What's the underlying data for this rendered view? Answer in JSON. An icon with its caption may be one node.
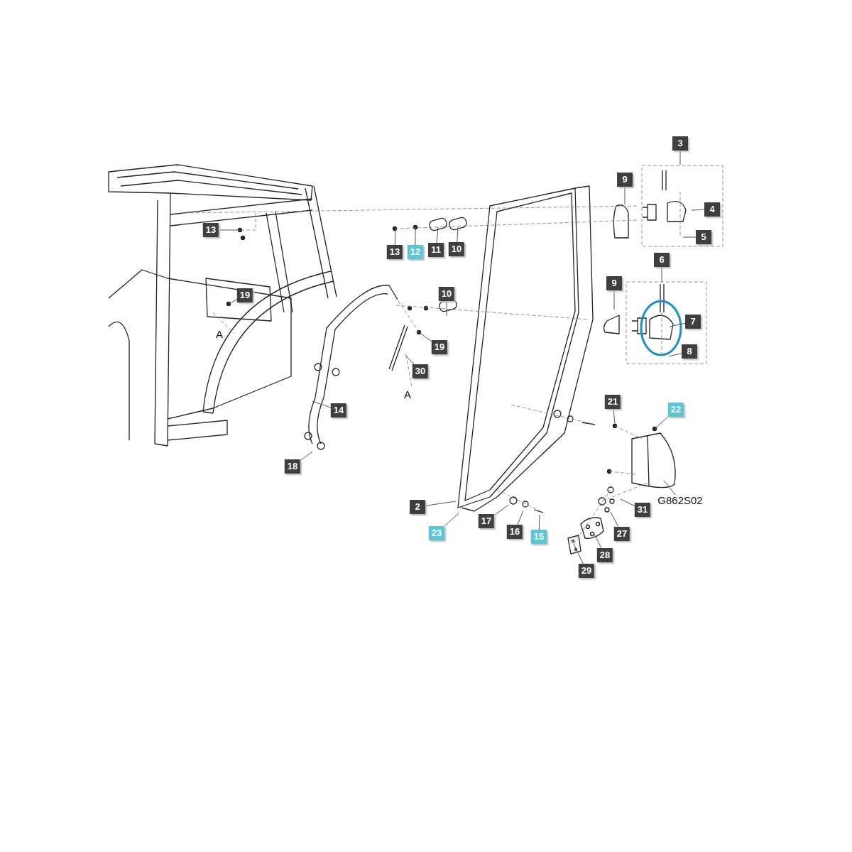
{
  "diagram": {
    "nodes": [
      {
        "text": [
          "3"
        ]
      },
      {
        "text": [
          "9"
        ]
      },
      {
        "text": [
          "4"
        ]
      },
      {
        "text": [
          "13"
        ]
      },
      {
        "text": [
          "5"
        ]
      },
      {
        "text": [
          "13"
        ]
      },
      {
        "text": [
          "12"
        ]
      },
      {
        "text": [
          "11"
        ]
      },
      {
        "text": [
          "10"
        ]
      },
      {
        "text": [
          "6"
        ]
      },
      {
        "text": [
          "10"
        ]
      },
      {
        "text": [
          "9"
        ]
      },
      {
        "text": [
          "19"
        ]
      },
      {
        "text": [
          "7"
        ]
      },
      {
        "text": [
          "19"
        ]
      },
      {
        "text": [
          "8"
        ]
      },
      {
        "text": [
          "30"
        ]
      },
      {
        "text": [
          "14"
        ]
      },
      {
        "text": [
          "21"
        ]
      },
      {
        "text": [
          "22"
        ]
      },
      {
        "text": [
          "18"
        ]
      },
      {
        "text": [
          "G862S02"
        ]
      },
      {
        "text": [
          "2"
        ]
      },
      {
        "text": [
          "31"
        ]
      },
      {
        "text": [
          "17"
        ]
      },
      {
        "text": [
          "23"
        ]
      },
      {
        "text": [
          "16"
        ]
      },
      {
        "text": [
          "27"
        ]
      },
      {
        "text": [
          "15"
        ]
      },
      {
        "text": [
          "28"
        ]
      },
      {
        "text": [
          "29"
        ]
      }
    ],
    "edges": [
      {
        "from": 0,
        "to": null,
        "arrow": "none"
      },
      {
        "from": 1,
        "to": null,
        "arrow": "none"
      },
      {
        "from": 2,
        "to": null,
        "arrow": "none"
      },
      {
        "from": 3,
        "to": null,
        "arrow": "none"
      },
      {
        "from": 4,
        "to": null,
        "arrow": "none"
      },
      {
        "from": 5,
        "to": null,
        "arrow": "none"
      },
      {
        "from": 6,
        "to": null,
        "arrow": "none"
      },
      {
        "from": 7,
        "to": null,
        "arrow": "none"
      },
      {
        "from": 8,
        "to": null,
        "arrow": "none"
      },
      {
        "from": 9,
        "to": null,
        "arrow": "none"
      },
      {
        "from": 10,
        "to": null,
        "arrow": "none"
      },
      {
        "from": 11,
        "to": null,
        "arrow": "none"
      },
      {
        "from": 12,
        "to": null,
        "arrow": "none"
      },
      {
        "from": 13,
        "to": null,
        "arrow": "none"
      },
      {
        "from": 14,
        "to": null,
        "arrow": "none"
      },
      {
        "from": 15,
        "to": null,
        "arrow": "none"
      },
      {
        "from": 16,
        "to": null,
        "arrow": "none"
      },
      {
        "from": 17,
        "to": null,
        "arrow": "none"
      },
      {
        "from": 18,
        "to": null,
        "arrow": "none"
      },
      {
        "from": 19,
        "to": null,
        "arrow": "none"
      },
      {
        "from": 20,
        "to": null,
        "arrow": "none"
      },
      {
        "from": 21,
        "to": null,
        "arrow": "none"
      },
      {
        "from": 22,
        "to": null,
        "arrow": "none"
      },
      {
        "from": 23,
        "to": null,
        "arrow": "none"
      },
      {
        "from": 24,
        "to": null,
        "arrow": "none"
      },
      {
        "from": 25,
        "to": null,
        "arrow": "none"
      },
      {
        "from": 26,
        "to": null,
        "arrow": "none"
      },
      {
        "from": 27,
        "to": null,
        "arrow": "none"
      },
      {
        "from": 28,
        "to": null,
        "arrow": "none"
      },
      {
        "from": 29,
        "to": null,
        "arrow": "none"
      },
      {
        "from": 30,
        "to": null,
        "arrow": "none"
      }
    ],
    "labels": [
      "A",
      "A"
    ]
  }
}
